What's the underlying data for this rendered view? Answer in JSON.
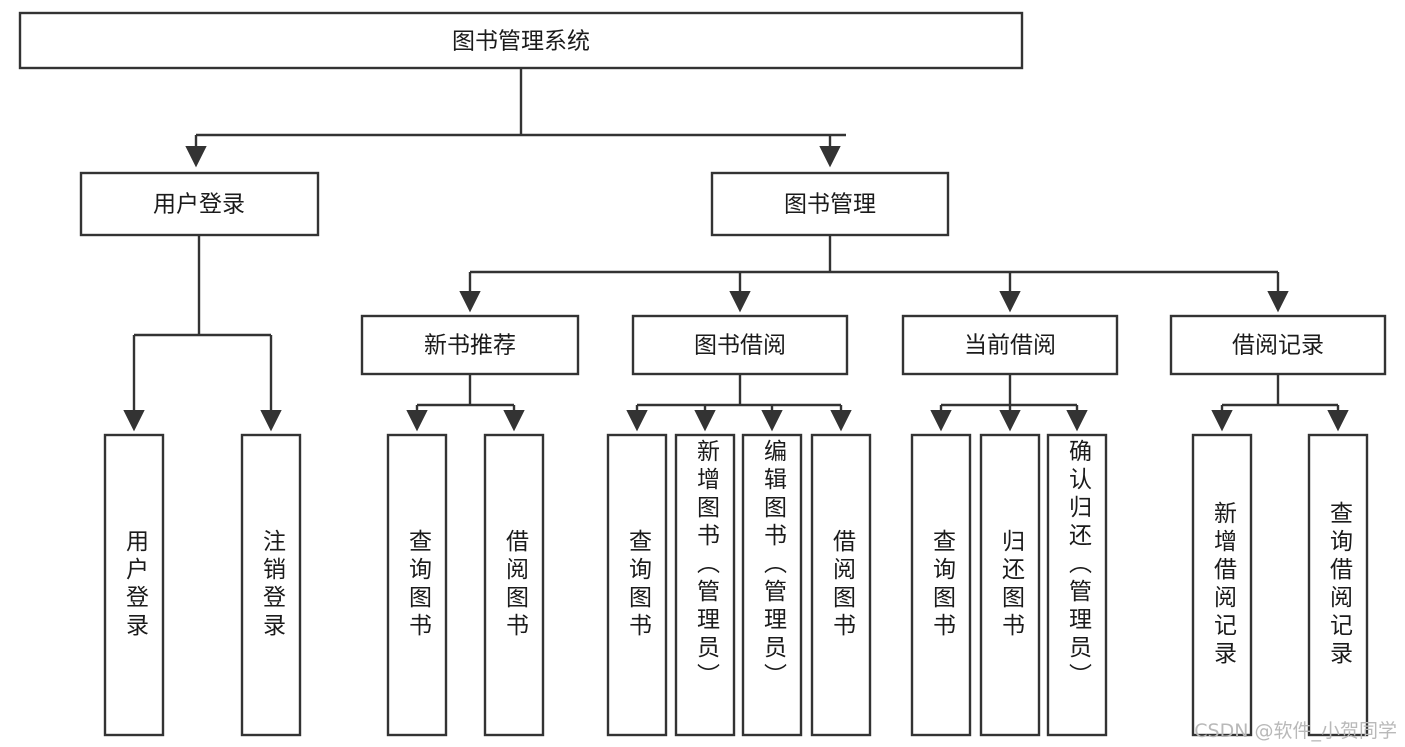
{
  "diagram": {
    "title": "图书管理系统",
    "type": "tree",
    "watermark": "CSDN @软件_小贺同学",
    "colors": {
      "stroke": "#333333",
      "box_fill": "#ffffff",
      "text": "#1b1b1b",
      "background": "#ffffff",
      "watermark": "#b9b9b9"
    },
    "levels": {
      "root": {
        "label": "图书管理系统"
      },
      "level2": [
        {
          "label": "用户登录"
        },
        {
          "label": "图书管理"
        }
      ],
      "level3": [
        {
          "label": "新书推荐"
        },
        {
          "label": "图书借阅"
        },
        {
          "label": "当前借阅"
        },
        {
          "label": "借阅记录"
        }
      ],
      "leaves": [
        {
          "label": "用户登录",
          "parent": "用户登录"
        },
        {
          "label": "注销登录",
          "parent": "用户登录"
        },
        {
          "label": "查询图书",
          "parent": "新书推荐"
        },
        {
          "label": "借阅图书",
          "parent": "新书推荐"
        },
        {
          "label": "查询图书",
          "parent": "图书借阅"
        },
        {
          "label": "新增图书（管理员）",
          "parent": "图书借阅"
        },
        {
          "label": "编辑图书（管理员）",
          "parent": "图书借阅"
        },
        {
          "label": "借阅图书",
          "parent": "图书借阅"
        },
        {
          "label": "查询图书",
          "parent": "当前借阅"
        },
        {
          "label": "归还图书",
          "parent": "当前借阅"
        },
        {
          "label": "确认归还（管理员）",
          "parent": "当前借阅"
        },
        {
          "label": "新增借阅记录",
          "parent": "借阅记录"
        },
        {
          "label": "查询借阅记录",
          "parent": "借阅记录"
        }
      ]
    }
  }
}
